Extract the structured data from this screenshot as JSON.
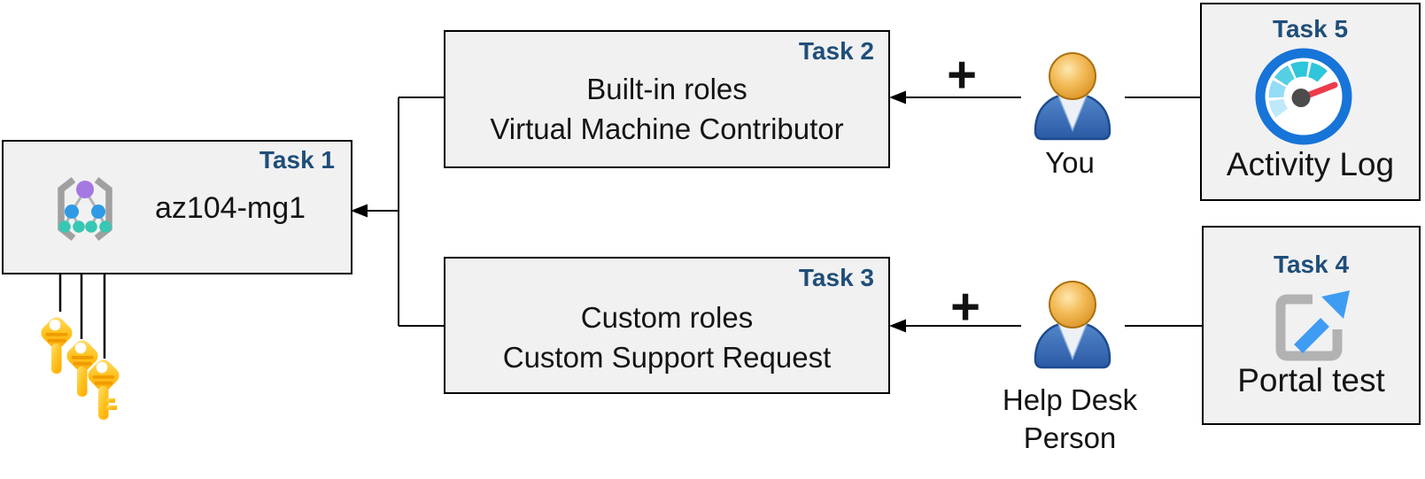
{
  "tasks": {
    "task1": {
      "label": "Task 1",
      "name": "az104-mg1",
      "icon": "management-group-icon"
    },
    "task2": {
      "label": "Task 2",
      "line1": "Built-in roles",
      "line2": "Virtual Machine Contributor"
    },
    "task3": {
      "label": "Task 3",
      "line1": "Custom roles",
      "line2": "Custom Support Request"
    },
    "task4": {
      "label": "Task 4",
      "caption": "Portal test",
      "icon": "external-link-icon"
    },
    "task5": {
      "label": "Task 5",
      "caption": "Activity Log",
      "icon": "gauge-icon"
    }
  },
  "actors": {
    "you": {
      "label": "You",
      "icon": "person-icon"
    },
    "help_desk": {
      "label_line1": "Help Desk",
      "label_line2": "Person",
      "icon": "person-icon"
    }
  },
  "symbols": {
    "plus": "+",
    "keys": "three-keys-icon"
  },
  "colors": {
    "box_fill": "#f1f1f2",
    "box_border": "#000000",
    "task_label": "#1f4e79",
    "key_gold": "#ffb800",
    "gauge_ring_blue": "#1774d8",
    "gauge_needle_red": "#ee3a4b",
    "portal_arrow_blue": "#3f9cf3",
    "person_head_orange": "#e29a29",
    "person_body_blue": "#33629f",
    "mg_purple": "#a578e2",
    "mg_blue": "#2f9be6",
    "mg_teal": "#38c7b4"
  }
}
